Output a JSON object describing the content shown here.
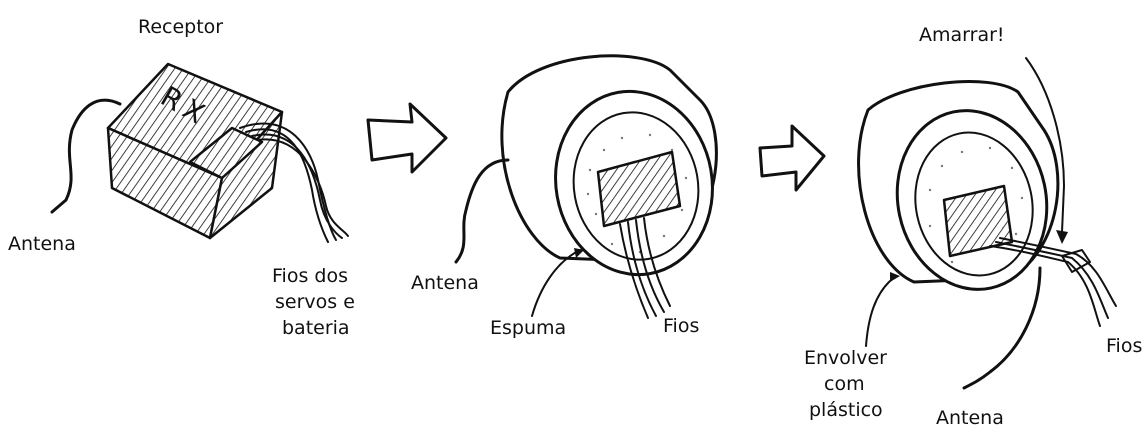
{
  "stage1": {
    "title": "Receptor",
    "box_mark": "RX",
    "antenna_label": "Antena",
    "wires_label": [
      "Fios dos",
      "servos e",
      "bateria"
    ]
  },
  "stage2": {
    "antenna_label": "Antena",
    "foam_label": "Espuma",
    "wires_label": "Fios"
  },
  "stage3": {
    "tie_label": "Amarrar!",
    "wrap_label": [
      "Envolver",
      "com",
      "plástico"
    ],
    "antenna_label": "Antena",
    "wires_label": "Fios"
  },
  "icons": {
    "step_arrow_1": "right-arrow-outline",
    "step_arrow_2": "right-arrow-outline"
  }
}
